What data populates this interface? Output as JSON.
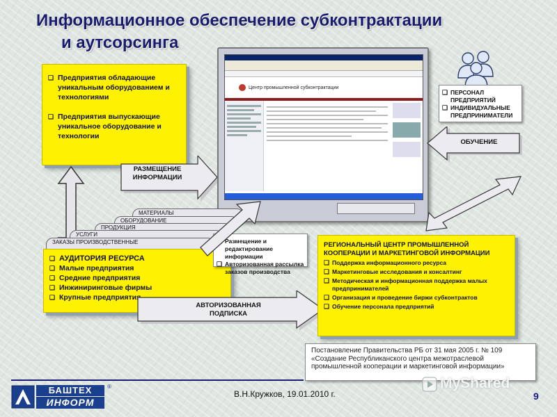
{
  "title_line1": "Информационное обеспечение субконтрактации",
  "title_line2": "и аутсорсинга",
  "top_left_box": [
    "Предприятия обладающие уникальным оборудованием и технологиями",
    "Предприятия выпускающие уникальное оборудование и технологии"
  ],
  "arrow_placement": "РАЗМЕЩЕНИЕ ИНФОРМАЦИИ",
  "stack_labels": [
    "МАТЕРИАЛЫ",
    "ОБОРУДОВАНИЕ",
    "ПРОДУКЦИЯ",
    "УСЛУГИ",
    "ЗАКАЗЫ ПРОИЗВОДСТВЕННЫЕ"
  ],
  "audience_box": {
    "heading": "АУДИТОРИЯ РЕСУРСА",
    "items": [
      "Малые предприятия",
      "Средние предприятия",
      "Инжиниринговые фирмы",
      "Крупные предприятия"
    ]
  },
  "middle_box": [
    "Размещение и редактирование информации",
    "Авторизованная рассылка заказов производства"
  ],
  "arrow_subscription": "АВТОРИЗОВАННАЯ ПОДПИСКА",
  "personnel_box": [
    "ПЕРСОНАЛ ПРЕДПРИЯТИЙ",
    "ИНДИВИДУАЛЬНЫЕ ПРЕДПРИНИМАТЕЛИ"
  ],
  "arrow_training": "ОБУЧЕНИЕ",
  "regional_box": {
    "heading": "РЕГИОНАЛЬНЫЙ ЦЕНТР ПРОМЫШЛЕННОЙ КООПЕРАЦИИ И МАРКЕТИНГОВОЙ ИНФОРМАЦИИ",
    "items": [
      "Поддержка информационного ресурса",
      "Маркетинговые исследования и консалтинг",
      "Методическая и информационная поддержка малых предпринимателей",
      "Организация и проведение биржи субконтрактов",
      "Обучение персонала предприятий"
    ]
  },
  "resolution_text": "Постановление Правительства РБ от 31 мая 2005 г. № 109 «Создание Республиканского центра межотраслевой промышленной кооперации и маркетинговой информации»",
  "monitor_site_title": "Центр промышленной субконтрактации",
  "logo_top": "БАШТЕХ",
  "logo_bottom": "ИНФОРМ",
  "footer_author": "В.Н.Кружков, 19.01.2010 г.",
  "page_number": "9",
  "watermark": "MyShared",
  "colors": {
    "title": "#1a1a6e",
    "yellow": "#fff200",
    "arrow": "#e6e6ea",
    "page_number": "#1a1a8e"
  }
}
